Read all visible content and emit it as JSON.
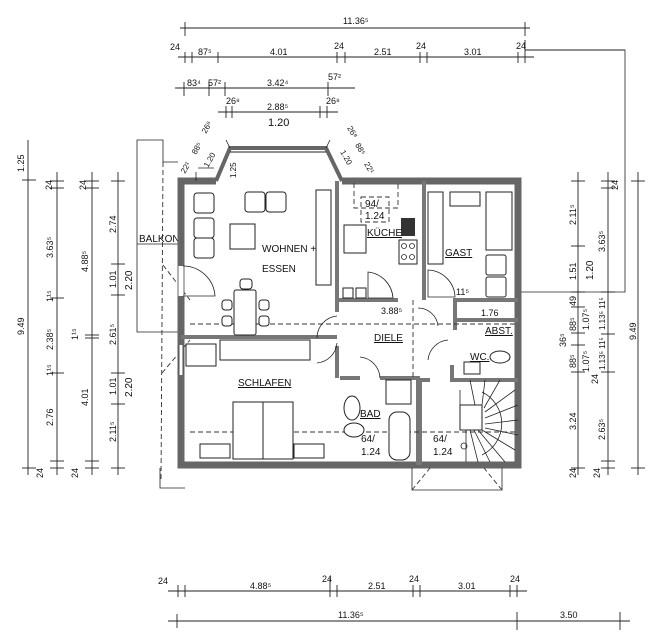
{
  "rooms": {
    "balkon": "BALKON",
    "wohnen": "WOHNEN +",
    "essen": "ESSEN",
    "kueche": "KÜCHE",
    "gast": "GAST",
    "diele": "DIELE",
    "abst": "ABST.",
    "wc": "WC.",
    "schlafen": "SCHLAFEN",
    "bad": "BAD"
  },
  "openings": {
    "kueche_window": [
      "94/",
      "1.24"
    ],
    "bad_window": [
      "64/",
      "1.24"
    ],
    "stair_window": [
      "64/",
      "1.24"
    ]
  },
  "inner_dims": {
    "diele_width": "3.88⁵",
    "gast_offset": "11⁵",
    "abst_width": "1.76",
    "bay_depth": "1.25",
    "bay_left": [
      "26⁸",
      "88⁵",
      "1.20",
      "22¹"
    ],
    "bay_right": [
      "26⁸",
      "88⁵",
      "1.20",
      "22¹"
    ]
  },
  "top_dims": {
    "overall": "11.36⁵",
    "row2": [
      "24",
      "87⁵",
      "4.01",
      "24",
      "2.51",
      "24",
      "3.01",
      "24"
    ],
    "row3": [
      "83⁴",
      "57²",
      "3.42⁴",
      "57²"
    ],
    "row4": [
      "26⁸",
      "2.88⁵",
      "26⁸"
    ],
    "row4_below": "1.20"
  },
  "left_dims": {
    "col1": [
      "1.25",
      "9.49"
    ],
    "col2": [
      "24",
      "3.63⁵",
      "1¹⁵",
      "2.38⁵",
      "1¹⁵",
      "2.76",
      "24"
    ],
    "col3": [
      "24",
      "4.88⁵",
      "1¹⁵",
      "4.01",
      "24"
    ],
    "col4": [
      "2.74",
      "1.01",
      "2.20",
      "2.61⁵",
      "1.01",
      "2.20",
      "2.11⁵"
    ]
  },
  "right_dims": {
    "col1": [
      "2.11⁵",
      "1.51",
      "1.20",
      "49",
      "88⁵",
      "1.07⁵",
      "36⁵",
      "88⁵",
      "1.07⁵",
      "3.24",
      "24"
    ],
    "col2": [
      "24",
      "3.63⁵",
      "1.13⁵ 11⁵",
      "1.13⁵ 11⁵",
      "24",
      "2.63⁵",
      "24"
    ],
    "col3": [
      "9.49"
    ]
  },
  "bottom_dims": {
    "row1": [
      "24",
      "4.88⁵",
      "24",
      "2.51",
      "24",
      "3.01",
      "24"
    ],
    "row2": [
      "11.36⁵",
      "3.50"
    ]
  }
}
